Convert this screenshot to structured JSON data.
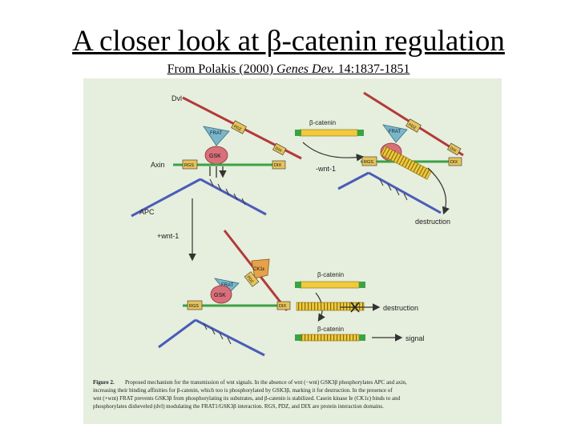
{
  "slide": {
    "title": "A closer look at β-catenin regulation",
    "citation_prefix": "From Polakis (2000) ",
    "citation_journal": "Genes Dev.",
    "citation_suffix": " 14:1837-1851"
  },
  "figure": {
    "labels": {
      "dvl": "Dvl",
      "axin": "Axin",
      "apc": "APC",
      "wnt_minus": "-wnt-1",
      "wnt_plus": "+wnt-1",
      "destruction": "destruction",
      "signal": "signal",
      "beta_catenin": "β-catenin",
      "pdz": "PDZ",
      "dix": "DIX",
      "rgs": "RGS",
      "frat": "FRAT",
      "gsk": "GSK",
      "ck1e": "CK1ε"
    },
    "caption": {
      "lead": "Figure 2.",
      "lines": [
        "Proposed mechanism for the transmission of wnt signals. In the absence of wnt (−wnt) GSK3β phosphorylates APC and axin,",
        "increasing their binding affinities for β-catenin, which too is phosphorylated by GSK3β, marking it for destruction. In the presence of",
        "wnt (+wnt) FRAT prevents GSK3β from phosphorylating its substrates, and β-catenin is stabilized. Casein kinase Ie (CK1ε) binds to and",
        "phosphorylates disheveled (dvl) modulating the FRAT1/GSK3β interaction. RGS, PDZ, and DIX are protein interaction domains."
      ]
    },
    "colors": {
      "panel_bg": "#e6eedd",
      "dvl": "#b23a3a",
      "axin": "#3aa346",
      "apc": "#4a5cb8",
      "beta_catenin": "#efcb3c",
      "gsk": "#d8707a",
      "frat": "#7ab6c8",
      "ck1e": "#e6a24a"
    }
  }
}
